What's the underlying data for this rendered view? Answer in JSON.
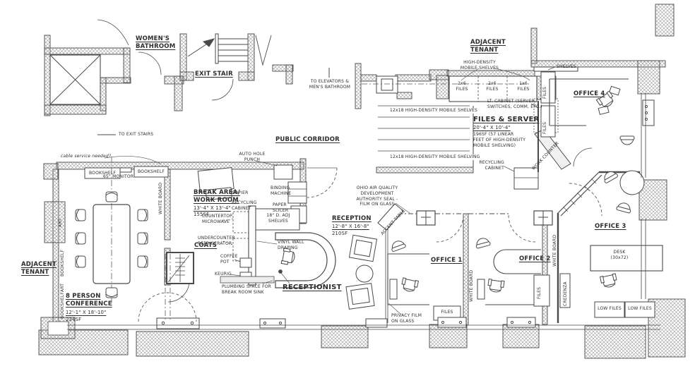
{
  "colors": {
    "ink": "#4a4a4a",
    "paper": "#ffffff",
    "hatch": "#9a9a9a"
  },
  "labels": {
    "womens_bathroom": "WOMEN'S\nBATHROOM",
    "exit_stair": "EXIT STAIR",
    "to_exit_stairs": "TO EXIT STAIRS",
    "to_elevators": "TO ELEVATORS &\nMEN'S BATHROOM",
    "public_corridor": "PUBLIC CORRIDOR",
    "adjacent_tenant_top": "ADJACENT\nTENANT",
    "adjacent_tenant_left": "ADJACENT\nTENANT",
    "hd_mobile_shelves_callout": "HIGH-DENSITY\nMOBILE SHELVES",
    "files_2x6_a": "2x6\nFILES",
    "files_2x6_b": "2x6\nFILES",
    "files_2x6_c": "1x6\nFILES",
    "lt_cabinet": "LT. CABINET (SERVER,\nSWITCHES, COMM, ETC.)",
    "shelves": "SHELVES",
    "hd_row1": "12x18 HIGH-DENSITY MOBILE SHELVES",
    "hd_row2": "12x18 HIGH-DENSITY MOBILE SHELVING",
    "files_server_title": "FILES & SERVER",
    "files_server_dims": "20'-4\" X 10'-4\"",
    "files_server_area": "196SF (57 LINEAR\nFEET OF HIGH-DENSITY\nMOBILE SHELVING)",
    "recycling_cabinet_files": "RECYCLING\nCABINET",
    "work_counter": "WORK COUNTER",
    "office1": "OFFICE 1",
    "office2": "OFFICE 2",
    "office3": "OFFICE 3",
    "office4": "OFFICE 4",
    "desk_3072": "DESK\n(30x72)",
    "low_files_a": "LOW FILES",
    "low_files_b": "LOW FILES",
    "files_vert_a": "FILES",
    "files_vert_b": "FILES",
    "files_office1": "FILES",
    "files_office2": "FILES",
    "reception_title": "RECEPTION",
    "reception_dims": "12'-8\" X 16'-8\"",
    "reception_area": "210SF",
    "ohio_seal": "OHIO AIR QUALITY\nDEVELOPMENT\nAUTHORITY SEAL -\nFILM ON GLASS",
    "accent_table": "ACCENT TABLE",
    "break_title": "BREAK AREA/\nWORK ROOM",
    "break_dims": "13'-4\" X 13'-4\"",
    "break_area_sf": "155SF",
    "auto_hole_punch": "AUTO HOLE\nPUNCH",
    "copier": "COPIER",
    "binding_machine": "BINDING\nMACHINE",
    "paper_slicer": "PAPER\nSLICER",
    "recycling_cabinet_break": "RECYCLING\nCABINET",
    "countertop_microwave": "COUNTERTOP\nMICROWAVE",
    "undercounter_refrigerator": "UNDERCOUNTER\nREFRIGERATOR",
    "adj_shelves": "18\" D. ADJ\nSHELVES",
    "vinyl_wall": "VINYL WALL\nDRAPING",
    "coats": "COATS",
    "coffee_pot": "COFFEE\nPOT",
    "keurig": "KEURIG",
    "plumbing": "PLUMBING SPACE FOR\nBREAK ROOM SINK",
    "receptionist": "RECEPTIONIST",
    "privacy_film": "PRIVACY FILM\nON GLASS",
    "conference_title": "8 PERSON\nCONFERENCE",
    "conference_dims": "12'-1\" X 18'-10\"",
    "conference_area": "234SF",
    "cable_note": "cable service needed?",
    "bookshelf_top_l": "BOOKSHELF",
    "bookshelf_top_r": "BOOKSHELF",
    "monitor": "65\" MONITOR",
    "whiteboard_conf": "WHITE BOARD",
    "art_conf": "ART",
    "bookshelf_v1": "BOOKSHELF",
    "art_v": "ART",
    "bookshelf_v2": "BOOKSHELF",
    "whiteboard_mid": "WHITE BOARD",
    "whiteboard_o3": "WHITE BOARD",
    "credenza": "CREDENZA"
  }
}
